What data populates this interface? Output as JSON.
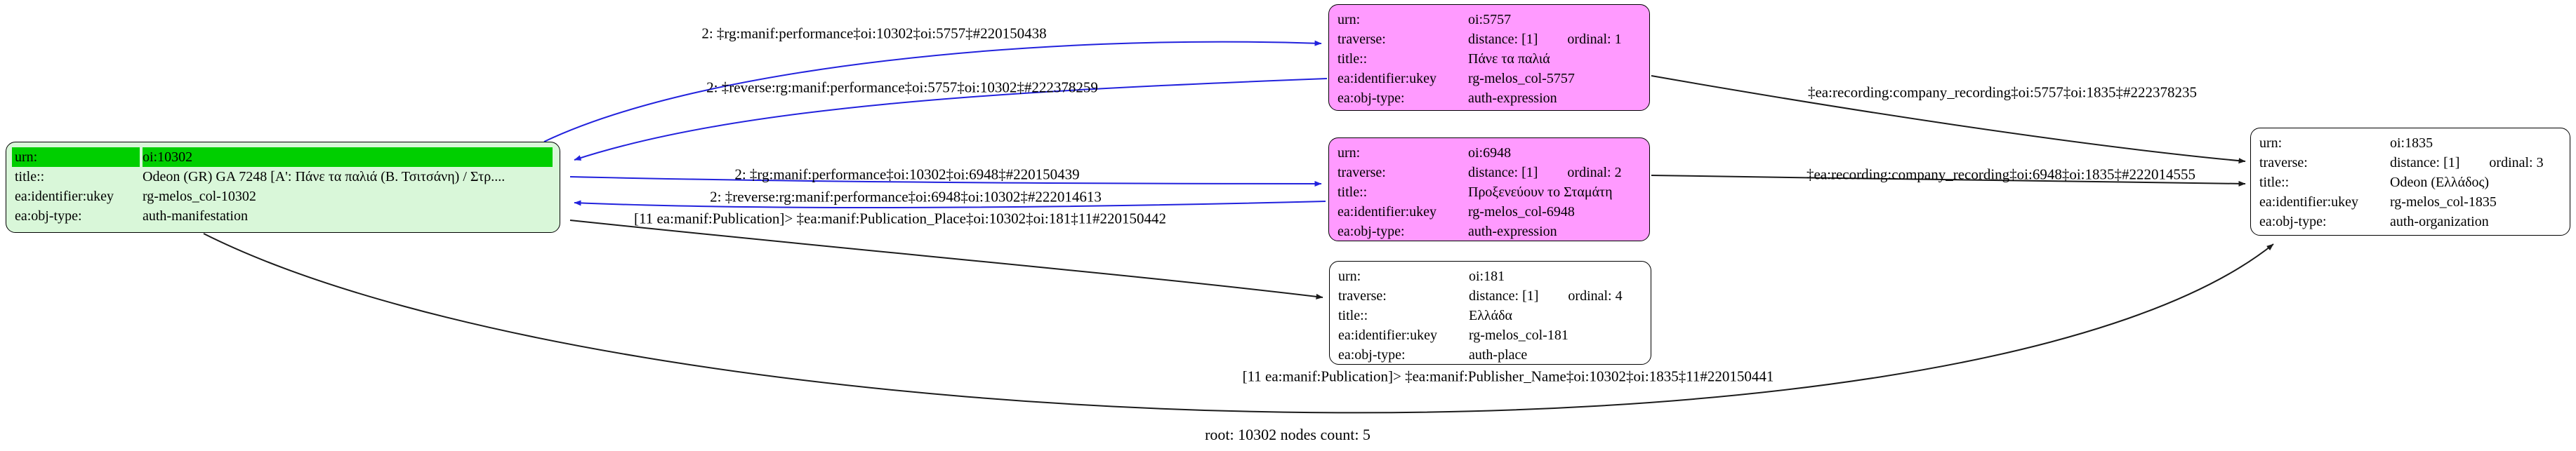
{
  "footer": "root: 10302 nodes count: 5",
  "colors": {
    "root_header": "#00cf00",
    "root_body": "#d9f7d9",
    "expression_node": "#ff9aff",
    "plain_node": "#ffffff",
    "performance_edge": "#2222dd",
    "default_edge": "#1b1b1b"
  },
  "field_labels": {
    "urn": "urn:",
    "traverse": "traverse:",
    "title": "title::",
    "ukey": "ea:identifier:ukey",
    "objtype": "ea:obj-type:"
  },
  "nodes": {
    "root": {
      "urn": "oi:10302",
      "title": "Odeon (GR) GA 7248 [Α': Πάνε τα παλιά (Β. Τσιτσάνη) / Στρ....",
      "ukey": "rg-melos_col-10302",
      "objtype": "auth-manifestation"
    },
    "n5757": {
      "urn": "oi:5757",
      "distance": "distance: [1]",
      "ordinal": "ordinal: 1",
      "title": "Πάνε τα παλιά",
      "ukey": "rg-melos_col-5757",
      "objtype": "auth-expression"
    },
    "n6948": {
      "urn": "oi:6948",
      "distance": "distance: [1]",
      "ordinal": "ordinal: 2",
      "title": "Προξενεύουν το Σταμάτη",
      "ukey": "rg-melos_col-6948",
      "objtype": "auth-expression"
    },
    "n181": {
      "urn": "oi:181",
      "distance": "distance: [1]",
      "ordinal": "ordinal: 4",
      "title": "Ελλάδα",
      "ukey": "rg-melos_col-181",
      "objtype": "auth-place"
    },
    "n1835": {
      "urn": "oi:1835",
      "distance": "distance: [1]",
      "ordinal": "ordinal: 3",
      "title": "Odeon (Ελλάδος)",
      "ukey": "rg-melos_col-1835",
      "objtype": "auth-organization"
    }
  },
  "edge_labels": {
    "perf_5757": "2: ‡rg:manif:performance‡oi:10302‡oi:5757‡#220150438",
    "rev_5757": "2: ‡reverse:rg:manif:performance‡oi:5757‡oi:10302‡#222378259",
    "perf_6948": "2: ‡rg:manif:performance‡oi:10302‡oi:6948‡#220150439",
    "rev_6948": "2: ‡reverse:rg:manif:performance‡oi:6948‡oi:10302‡#222014613",
    "pubplace_181": "[11 ea:manif:Publication]> ‡ea:manif:Publication_Place‡oi:10302‡oi:181‡11#220150442",
    "rec_5757": "‡ea:recording:company_recording‡oi:5757‡oi:1835‡#222378235",
    "rec_6948": "‡ea:recording:company_recording‡oi:6948‡oi:1835‡#222014555",
    "pubname_1835": "[11 ea:manif:Publication]> ‡ea:manif:Publisher_Name‡oi:10302‡oi:1835‡11#220150441"
  }
}
